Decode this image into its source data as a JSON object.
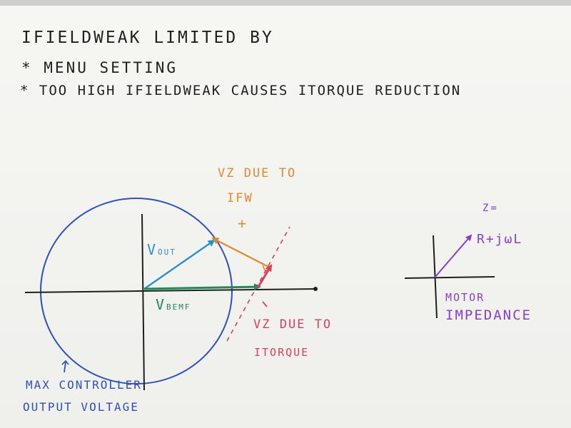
{
  "notes": {
    "line1": "IFIELDWEAK LIMITED BY",
    "line2": "* MENU SETTING",
    "line3": "* TOO HIGH IFIELDWEAK CAUSES ITORQUE REDUCTION"
  },
  "vectors": {
    "vout_main": "V",
    "vout_sub": "OUT",
    "vbemf_main": "V",
    "vbemf_sub": "BEMF"
  },
  "annotations": {
    "vz_ifw_top": "VZ DUE TO",
    "vz_ifw_bottom": "IFW",
    "vz_itorque_top": "VZ DUE TO",
    "vz_itorque_bottom": "ITORQUE",
    "plus_sign": "+",
    "max_controller_line1": "MAX CONTROLLER",
    "max_controller_line2": "OUTPUT VOLTAGE"
  },
  "impedance": {
    "z_label": "Z=",
    "formula": "R+jωL",
    "caption_line1": "MOTOR",
    "caption_line2": "IMPEDANCE"
  },
  "colors": {
    "ink_black": "#1f1f1f",
    "circle_blue": "#2f4fbf",
    "vout_cyan": "#2a8fcf",
    "bemf_green": "#1f8a55",
    "ifw_orange": "#e08a30",
    "itorque_red": "#d9405b",
    "impedance_purple": "#8a3fc9"
  }
}
